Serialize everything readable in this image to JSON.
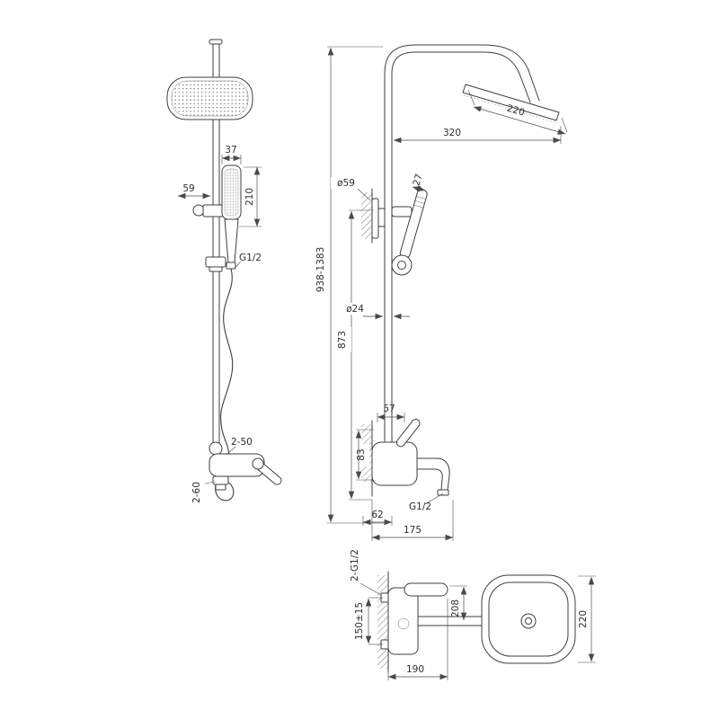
{
  "page": {
    "background": "#ffffff",
    "line_color": "#3f3f3f",
    "dimension_color": "#4a4a4a",
    "text_color": "#2e2e2e"
  },
  "front_view": {
    "dims": {
      "handheld_width": "37",
      "handheld_offset": "59",
      "handheld_length": "210",
      "hose_thread": "G1/2",
      "top_holes": "2-50",
      "bottom_holes": "2-60"
    }
  },
  "side_view": {
    "dims": {
      "head_width": "220",
      "head_reach": "320",
      "overall_height": "938-1383",
      "column_height": "873",
      "flange_diameter": "ø59",
      "handheld_diameter": "27",
      "pipe_diameter": "ø24",
      "spout_offset": "57",
      "bracket_height": "83",
      "outlet_thread": "G1/2",
      "wall_offset": "62",
      "spout_reach": "175"
    }
  },
  "top_view": {
    "dims": {
      "inlet_thread": "2-G1/2",
      "inlet_spacing": "150±15",
      "spout_length": "208",
      "head_size": "220",
      "body_length": "190"
    }
  }
}
